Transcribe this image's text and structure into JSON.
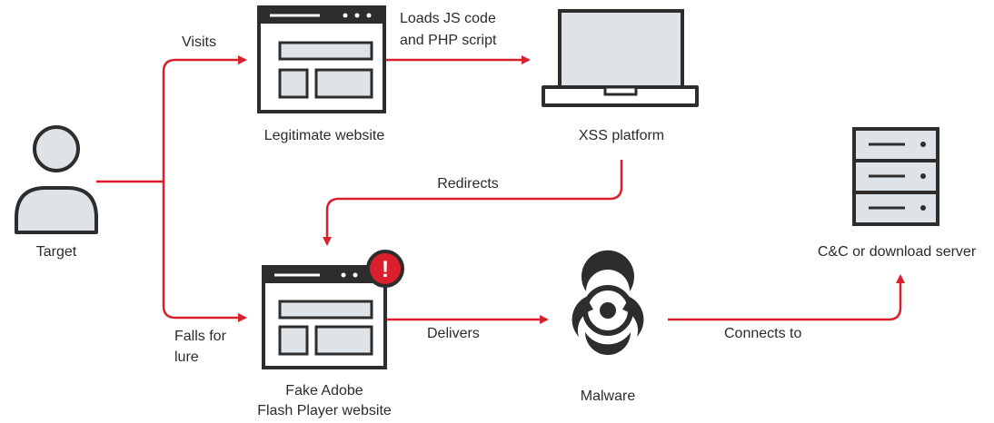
{
  "colors": {
    "arrow": "#d9202c",
    "outline": "#2d2d2d",
    "fill": "#dee3e8",
    "alert": "#d9202c",
    "text": "#2b2b2b"
  },
  "nodes": {
    "target": {
      "label": "Target",
      "icon": "user-icon"
    },
    "legitimate_website": {
      "label": "Legitimate website",
      "icon": "browser-window-icon"
    },
    "xss_platform": {
      "label": "XSS platform",
      "icon": "laptop-icon"
    },
    "fake_site": {
      "label_line1": "Fake Adobe",
      "label_line2": "Flash Player website",
      "icon": "browser-window-icon",
      "badge": "!",
      "badge_icon": "alert-icon"
    },
    "malware": {
      "label": "Malware",
      "icon": "biohazard-icon"
    },
    "server": {
      "label": "C&C or download server",
      "icon": "server-icon"
    }
  },
  "edges": {
    "visits": "Visits",
    "loads_line1": "Loads JS code",
    "loads_line2": "and PHP script",
    "redirects": "Redirects",
    "falls_line1": "Falls for",
    "falls_line2": "lure",
    "delivers": "Delivers",
    "connects": "Connects to"
  }
}
